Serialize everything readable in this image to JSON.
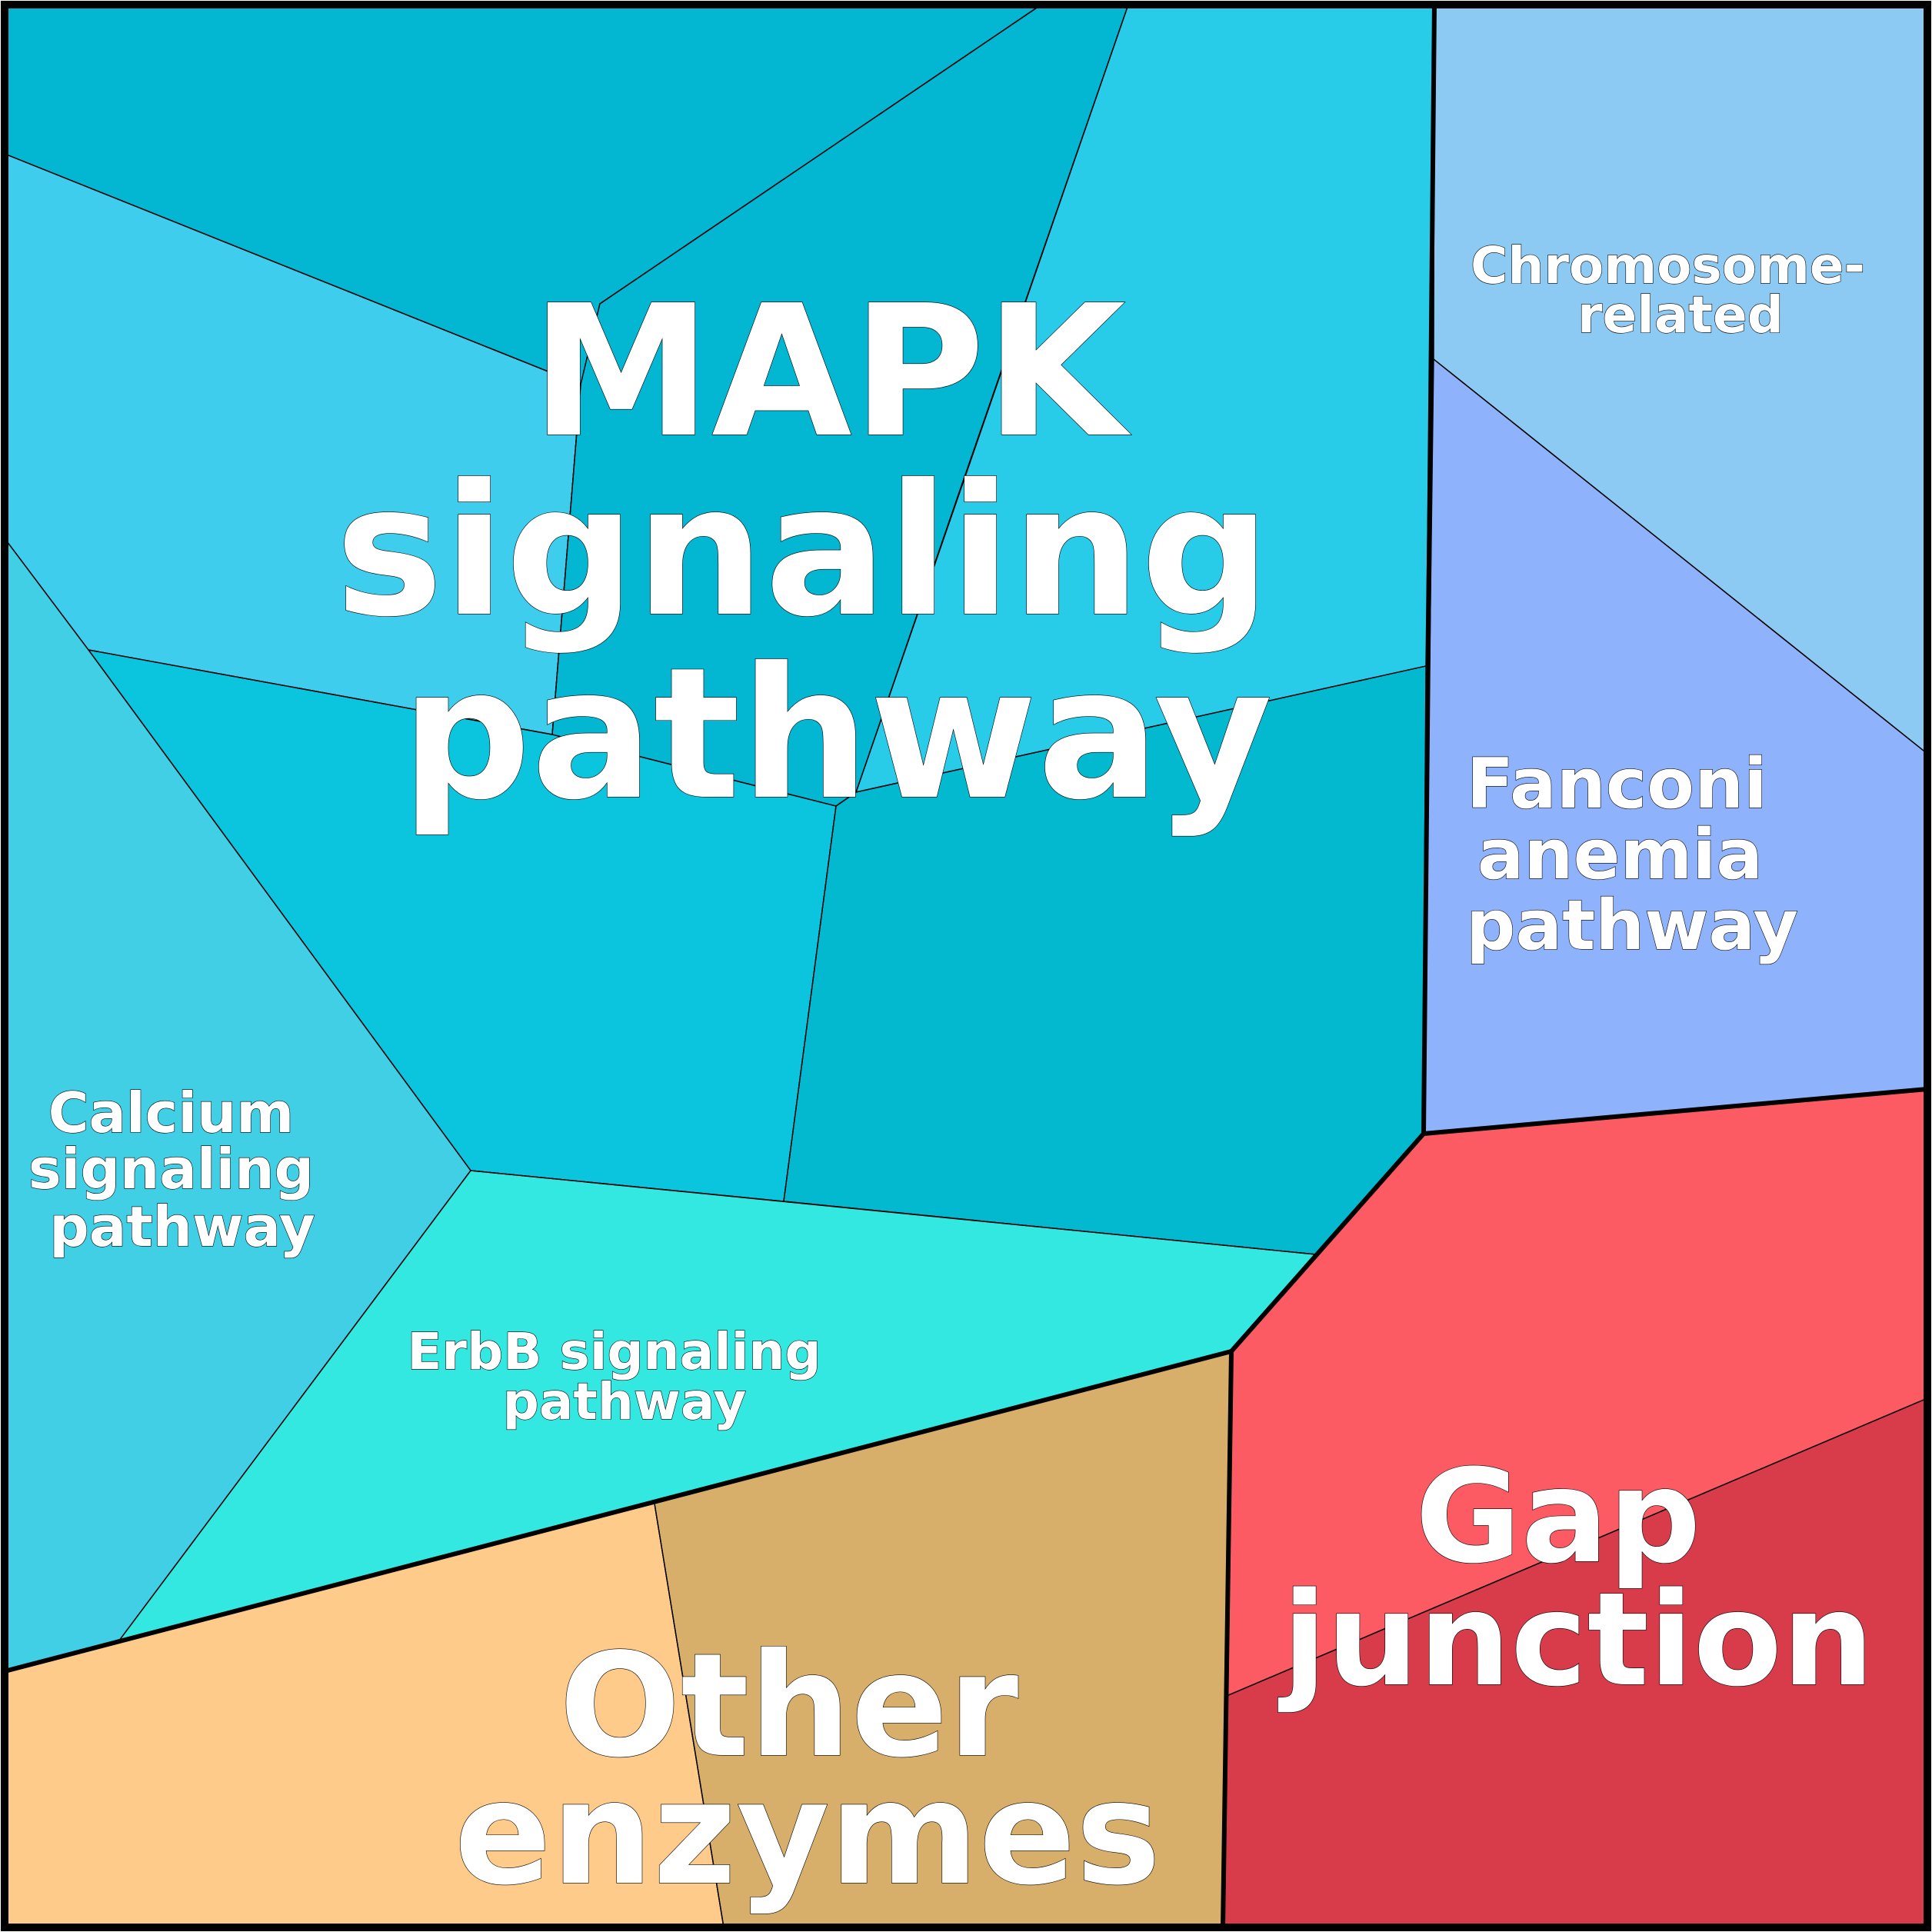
{
  "diagram": {
    "type": "voronoi-treemap",
    "groups": [
      {
        "id": "mapk",
        "label_lines": [
          "MAPK",
          "signaling",
          "pathway"
        ],
        "color": "#03B6D2",
        "cells": [
          {
            "color": "#03B6D2"
          },
          {
            "color": "#28CBE8"
          },
          {
            "color": "#3ECDEC"
          },
          {
            "color": "#0AC5DD"
          },
          {
            "color": "#03B9D0"
          }
        ]
      },
      {
        "id": "calcium",
        "label_lines": [
          "Calcium",
          "signaling",
          "pathway"
        ],
        "color": "#40CFE5",
        "cells": [
          {
            "color": "#40CFE5"
          }
        ]
      },
      {
        "id": "erbb",
        "label_lines": [
          "ErbB signaling",
          "pathway"
        ],
        "color": "#33E8E0",
        "cells": [
          {
            "color": "#33E8E0"
          }
        ]
      },
      {
        "id": "chromosome",
        "label_lines": [
          "Chromosome-",
          "related"
        ],
        "color": "#8DCAF3",
        "cells": [
          {
            "color": "#8DCAF3"
          }
        ]
      },
      {
        "id": "fanconi",
        "label_lines": [
          "Fanconi",
          "anemia",
          "pathway"
        ],
        "color": "#8FB2FC",
        "cells": [
          {
            "color": "#8FB2FC"
          }
        ]
      },
      {
        "id": "gap",
        "label_lines": [
          "Gap",
          "junction"
        ],
        "color": "#FC5B63",
        "cells": [
          {
            "color": "#FC5B63"
          },
          {
            "color": "#D83B4A"
          }
        ]
      },
      {
        "id": "other",
        "label_lines": [
          "Other",
          "enzymes"
        ],
        "color": "#D8AF6A",
        "cells": [
          {
            "color": "#FECB8A"
          },
          {
            "color": "#D8AF6A"
          }
        ]
      }
    ]
  }
}
